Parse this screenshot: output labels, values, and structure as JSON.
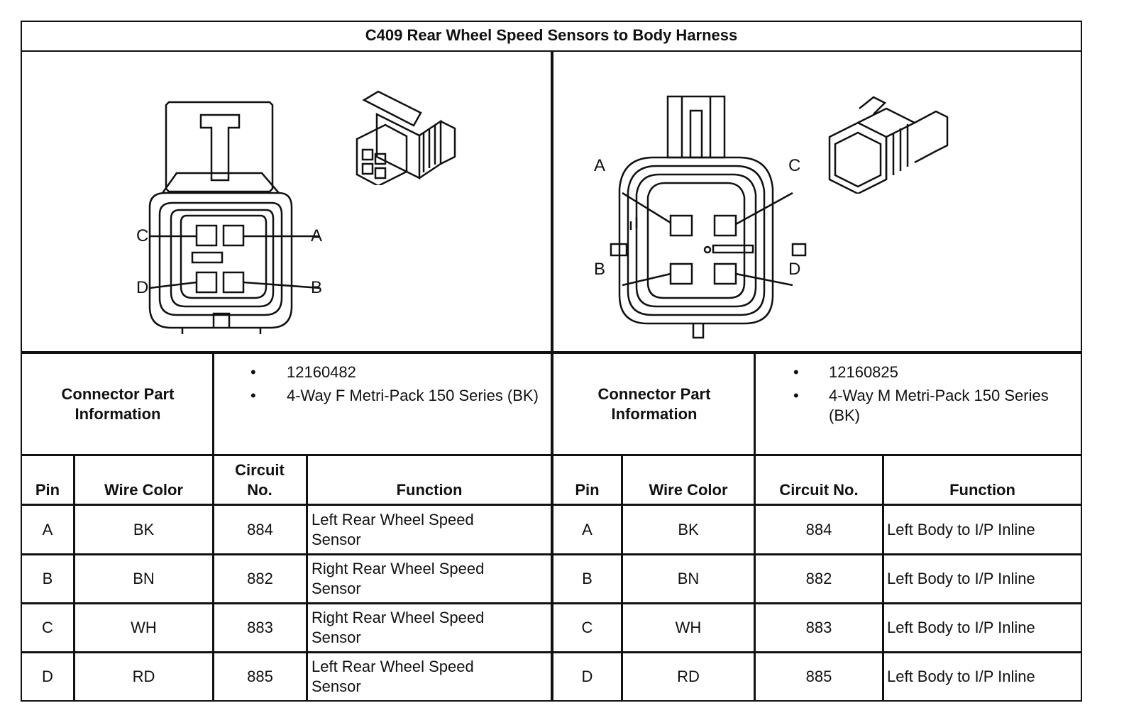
{
  "title": "C409 Rear Wheel Speed Sensors to Body Harness",
  "left": {
    "pin_labels": {
      "A": "A",
      "B": "B",
      "C": "C",
      "D": "D"
    },
    "info_label": "Connector Part Information",
    "info_items": [
      "12160482",
      "4-Way F Metri-Pack 150 Series (BK)"
    ],
    "headers": {
      "pin": "Pin",
      "wire": "Wire Color",
      "circuit": "Circuit No.",
      "function": "Function"
    },
    "rows": [
      {
        "pin": "A",
        "wire": "BK",
        "circuit": "884",
        "function": "Left Rear Wheel Speed Sensor"
      },
      {
        "pin": "B",
        "wire": "BN",
        "circuit": "882",
        "function": "Right Rear Wheel Speed Sensor"
      },
      {
        "pin": "C",
        "wire": "WH",
        "circuit": "883",
        "function": "Right Rear Wheel Speed Sensor"
      },
      {
        "pin": "D",
        "wire": "RD",
        "circuit": "885",
        "function": "Left Rear Wheel Speed Sensor"
      }
    ]
  },
  "right": {
    "pin_labels": {
      "A": "A",
      "B": "B",
      "C": "C",
      "D": "D"
    },
    "info_label": "Connector Part Information",
    "info_items": [
      "12160825",
      "4-Way M Metri-Pack 150 Series (BK)"
    ],
    "headers": {
      "pin": "Pin",
      "wire": "Wire Color",
      "circuit": "Circuit No.",
      "function": "Function"
    },
    "rows": [
      {
        "pin": "A",
        "wire": "BK",
        "circuit": "884",
        "function": "Left Body to I/P Inline"
      },
      {
        "pin": "B",
        "wire": "BN",
        "circuit": "882",
        "function": "Left Body to I/P Inline"
      },
      {
        "pin": "C",
        "wire": "WH",
        "circuit": "883",
        "function": "Left Body to I/P Inline"
      },
      {
        "pin": "D",
        "wire": "RD",
        "circuit": "885",
        "function": "Left Body to I/P Inline"
      }
    ]
  }
}
